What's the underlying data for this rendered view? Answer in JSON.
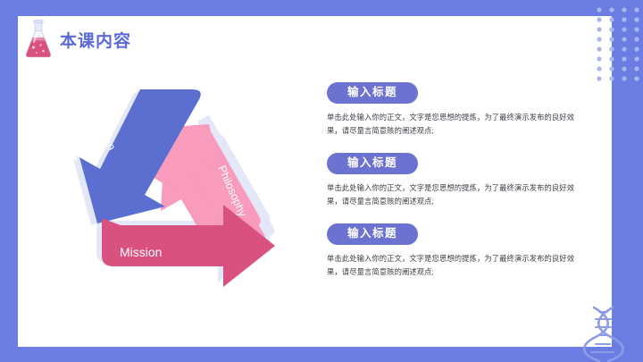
{
  "slide": {
    "background_color": "#6b7de2",
    "card_color": "#ffffff"
  },
  "header": {
    "title": "本课内容",
    "title_color": "#5b6ad6",
    "icon": "flask-icon"
  },
  "decorations": {
    "dot_grid": {
      "name": "dot-grid",
      "color": "#aab6ec",
      "columns": 4,
      "rows": 9
    },
    "dna_helix": {
      "name": "dna-helix-icon",
      "color": "#8e9ce6"
    }
  },
  "diagram": {
    "type": "recycling-triangle",
    "shadow_color": "#e3e7f7",
    "arrows": [
      {
        "id": "vision",
        "label": "Vision",
        "color": "#5a6fd0",
        "direction": "down-left"
      },
      {
        "id": "philosophy",
        "label": "Philosophy",
        "color": "#f89bbd",
        "direction": "up-right"
      },
      {
        "id": "mission",
        "label": "Mission",
        "color": "#d9517e",
        "direction": "right"
      }
    ]
  },
  "content": {
    "pill_color": "#6b72cf",
    "blocks": [
      {
        "title": "输入标题",
        "body": "单击此处输入你的正文，文字是您思想的提炼，为了最终演示发布的良好效果，请尽量言简意赅的阐述观点;"
      },
      {
        "title": "输入标题",
        "body": "单击此处输入你的正文，文字是您思想的提炼，为了最终演示发布的良好效果，请尽量言简意赅的阐述观点;"
      },
      {
        "title": "输入标题",
        "body": "单击此处输入你的正文，文字是您思想的提炼，为了最终演示发布的良好效果，请尽量言简意赅的阐述观点;"
      }
    ]
  }
}
